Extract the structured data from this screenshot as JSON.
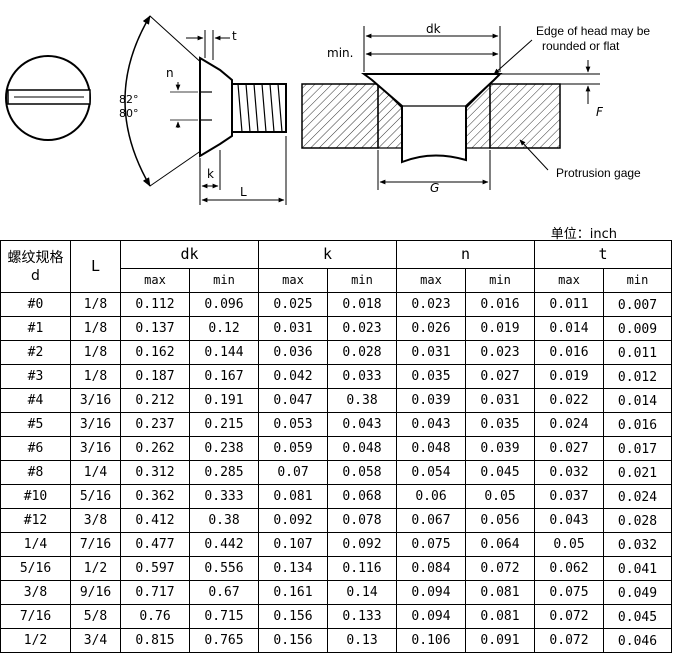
{
  "drawing": {
    "angle_outer": "82°",
    "angle_inner": "80°",
    "label_n": "n",
    "label_t": "t",
    "label_k": "k",
    "label_L": "L",
    "label_dk": "dk",
    "label_min": "min.",
    "label_G": "G",
    "label_F": "F",
    "callout_edge": "Edge of head may be rounded or flat",
    "callout_edge_line1": "Edge of head may be",
    "callout_edge_line2": "rounded or flat",
    "callout_gage": "Protrusion gage"
  },
  "unit": "单位：inch",
  "table": {
    "headers": {
      "thread": "螺纹规格",
      "thread_symbol": "d",
      "L": "L",
      "dk": "dk",
      "k": "k",
      "n": "n",
      "t": "t",
      "max": "max",
      "min": "min"
    },
    "rows": [
      {
        "d": "#0",
        "L": "1/8",
        "dk_max": "0.112",
        "dk_min": "0.096",
        "k_max": "0.025",
        "k_min": "0.018",
        "n_max": "0.023",
        "n_min": "0.016",
        "t_max": "0.011",
        "t_min": "0.007"
      },
      {
        "d": "#1",
        "L": "1/8",
        "dk_max": "0.137",
        "dk_min": "0.12",
        "k_max": "0.031",
        "k_min": "0.023",
        "n_max": "0.026",
        "n_min": "0.019",
        "t_max": "0.014",
        "t_min": "0.009"
      },
      {
        "d": "#2",
        "L": "1/8",
        "dk_max": "0.162",
        "dk_min": "0.144",
        "k_max": "0.036",
        "k_min": "0.028",
        "n_max": "0.031",
        "n_min": "0.023",
        "t_max": "0.016",
        "t_min": "0.011"
      },
      {
        "d": "#3",
        "L": "1/8",
        "dk_max": "0.187",
        "dk_min": "0.167",
        "k_max": "0.042",
        "k_min": "0.033",
        "n_max": "0.035",
        "n_min": "0.027",
        "t_max": "0.019",
        "t_min": "0.012"
      },
      {
        "d": "#4",
        "L": "3/16",
        "dk_max": "0.212",
        "dk_min": "0.191",
        "k_max": "0.047",
        "k_min": "0.38",
        "n_max": "0.039",
        "n_min": "0.031",
        "t_max": "0.022",
        "t_min": "0.014"
      },
      {
        "d": "#5",
        "L": "3/16",
        "dk_max": "0.237",
        "dk_min": "0.215",
        "k_max": "0.053",
        "k_min": "0.043",
        "n_max": "0.043",
        "n_min": "0.035",
        "t_max": "0.024",
        "t_min": "0.016"
      },
      {
        "d": "#6",
        "L": "3/16",
        "dk_max": "0.262",
        "dk_min": "0.238",
        "k_max": "0.059",
        "k_min": "0.048",
        "n_max": "0.048",
        "n_min": "0.039",
        "t_max": "0.027",
        "t_min": "0.017"
      },
      {
        "d": "#8",
        "L": "1/4",
        "dk_max": "0.312",
        "dk_min": "0.285",
        "k_max": "0.07",
        "k_min": "0.058",
        "n_max": "0.054",
        "n_min": "0.045",
        "t_max": "0.032",
        "t_min": "0.021"
      },
      {
        "d": "#10",
        "L": "5/16",
        "dk_max": "0.362",
        "dk_min": "0.333",
        "k_max": "0.081",
        "k_min": "0.068",
        "n_max": "0.06",
        "n_min": "0.05",
        "t_max": "0.037",
        "t_min": "0.024"
      },
      {
        "d": "#12",
        "L": "3/8",
        "dk_max": "0.412",
        "dk_min": "0.38",
        "k_max": "0.092",
        "k_min": "0.078",
        "n_max": "0.067",
        "n_min": "0.056",
        "t_max": "0.043",
        "t_min": "0.028"
      },
      {
        "d": "1/4",
        "L": "7/16",
        "dk_max": "0.477",
        "dk_min": "0.442",
        "k_max": "0.107",
        "k_min": "0.092",
        "n_max": "0.075",
        "n_min": "0.064",
        "t_max": "0.05",
        "t_min": "0.032"
      },
      {
        "d": "5/16",
        "L": "1/2",
        "dk_max": "0.597",
        "dk_min": "0.556",
        "k_max": "0.134",
        "k_min": "0.116",
        "n_max": "0.084",
        "n_min": "0.072",
        "t_max": "0.062",
        "t_min": "0.041"
      },
      {
        "d": "3/8",
        "L": "9/16",
        "dk_max": "0.717",
        "dk_min": "0.67",
        "k_max": "0.161",
        "k_min": "0.14",
        "n_max": "0.094",
        "n_min": "0.081",
        "t_max": "0.075",
        "t_min": "0.049"
      },
      {
        "d": "7/16",
        "L": "5/8",
        "dk_max": "0.76",
        "dk_min": "0.715",
        "k_max": "0.156",
        "k_min": "0.133",
        "n_max": "0.094",
        "n_min": "0.081",
        "t_max": "0.072",
        "t_min": "0.045"
      },
      {
        "d": "1/2",
        "L": "3/4",
        "dk_max": "0.815",
        "dk_min": "0.765",
        "k_max": "0.156",
        "k_min": "0.13",
        "n_max": "0.106",
        "n_min": "0.091",
        "t_max": "0.072",
        "t_min": "0.046"
      }
    ]
  }
}
